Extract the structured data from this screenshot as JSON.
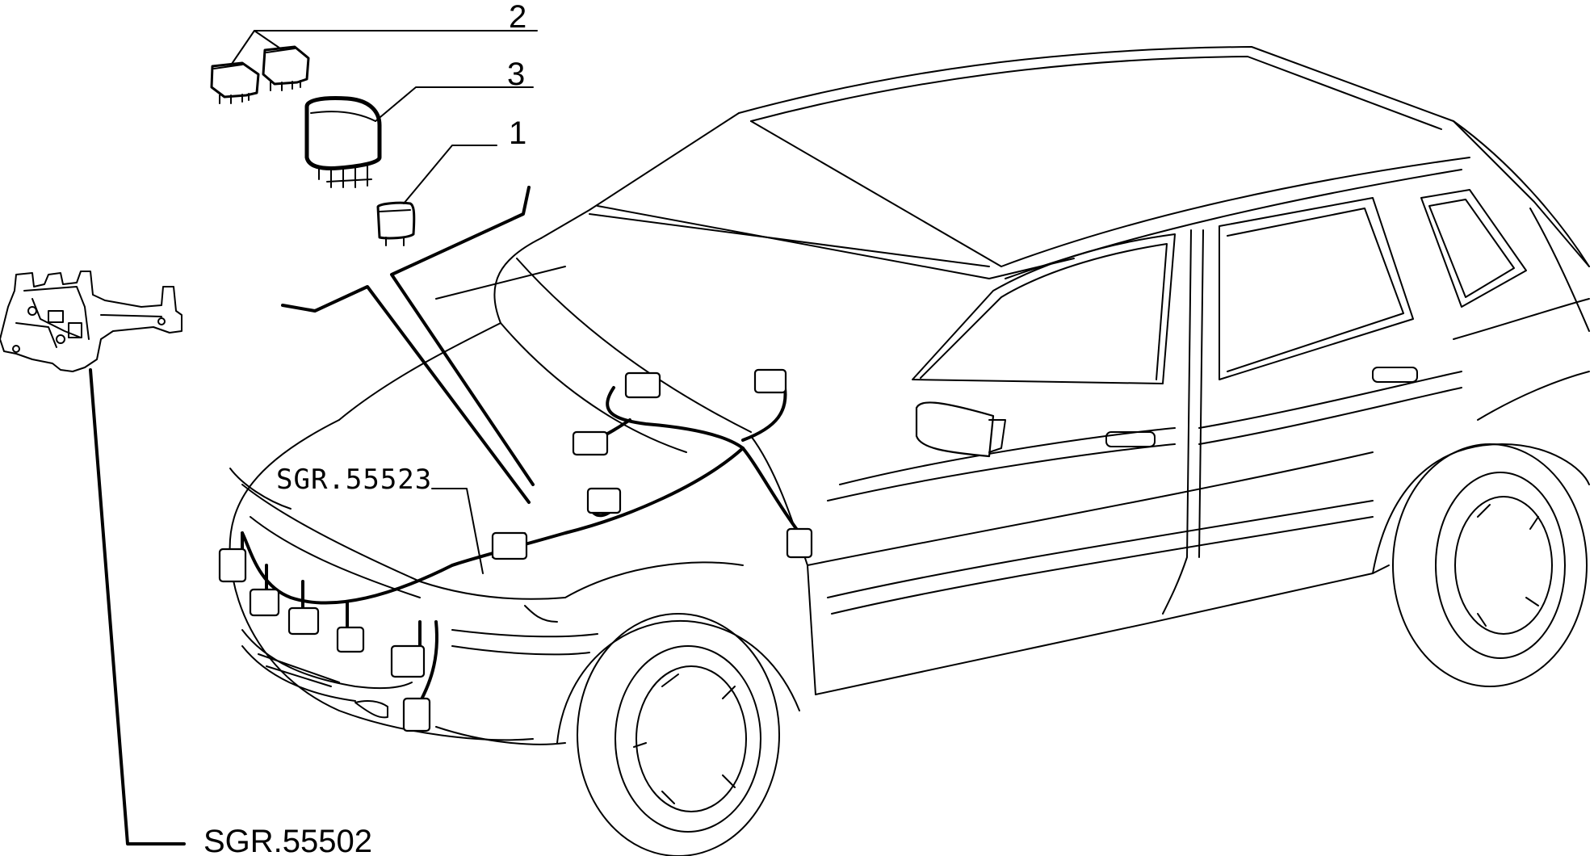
{
  "callouts": {
    "part_1": "1",
    "part_2": "2",
    "part_3": "3",
    "ref_harness": "SGR.55523",
    "ref_bracket": "SGR.55502"
  }
}
